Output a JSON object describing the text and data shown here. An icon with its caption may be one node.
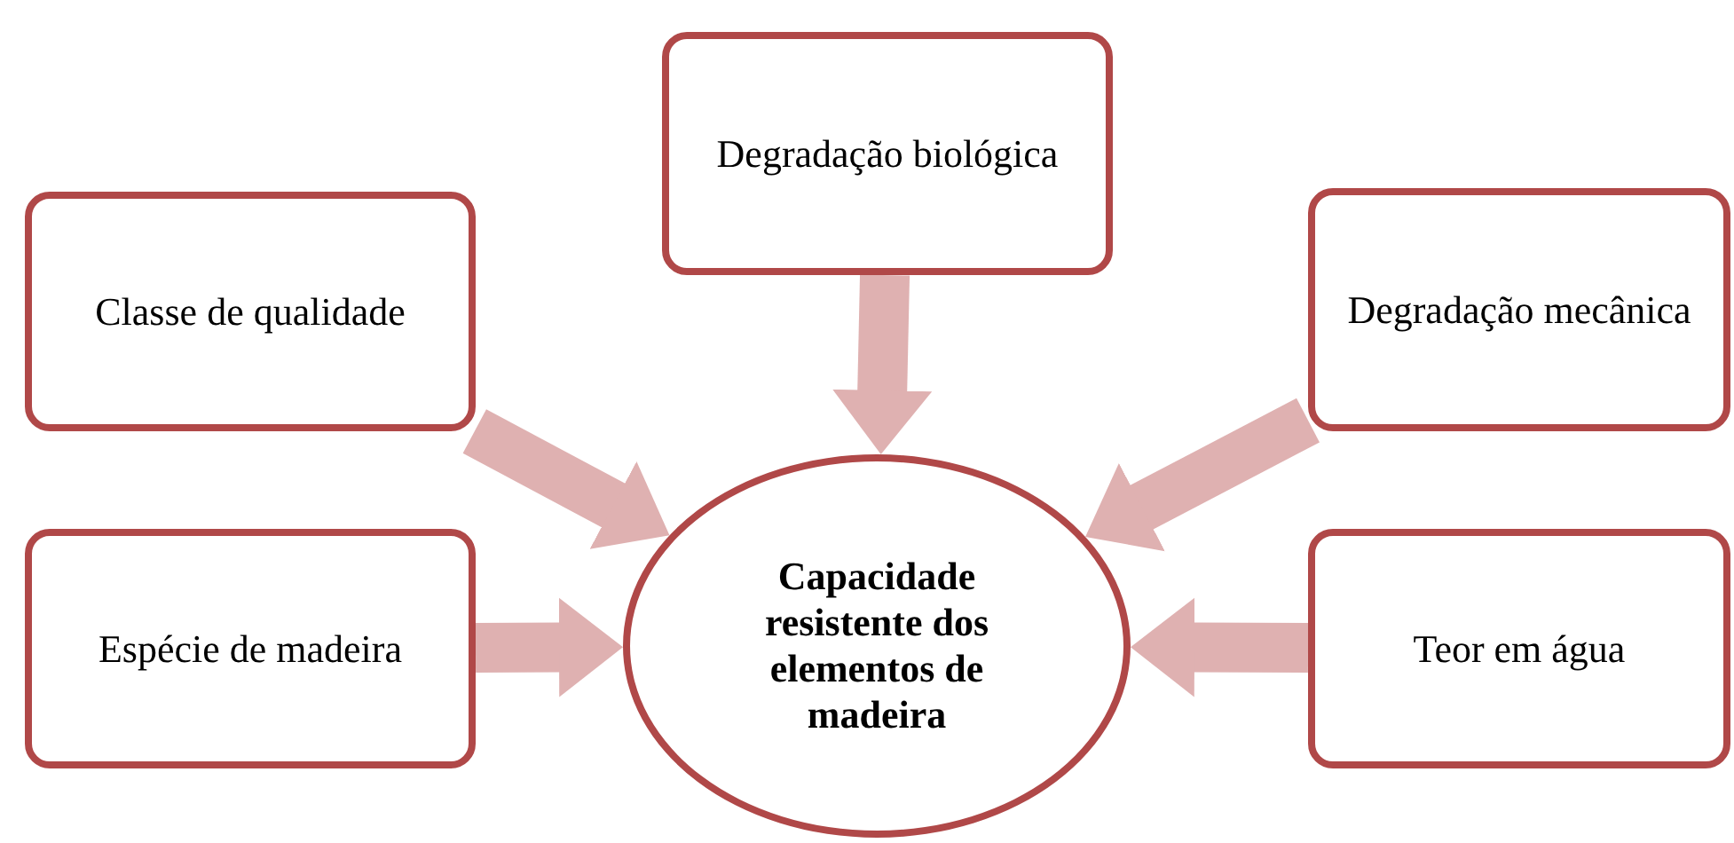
{
  "diagram": {
    "nodes": [
      {
        "text": [
          "Degradação biológica"
        ]
      },
      {
        "text": [
          "Classe de qualidade"
        ]
      },
      {
        "text": [
          "Degradação mecânica"
        ]
      },
      {
        "text": [
          "Capacidade resistente dos elementos de madeira"
        ]
      },
      {
        "text": [
          "Espécie de madeira"
        ]
      },
      {
        "text": [
          "Teor em água"
        ]
      }
    ],
    "edges": [
      {
        "from": 0,
        "to": 3,
        "arrow": "to"
      },
      {
        "from": 1,
        "to": 3,
        "arrow": "to"
      },
      {
        "from": 2,
        "to": 3,
        "arrow": "to"
      },
      {
        "from": 4,
        "to": 3,
        "arrow": "to"
      },
      {
        "from": 5,
        "to": 3,
        "arrow": "to"
      }
    ]
  }
}
